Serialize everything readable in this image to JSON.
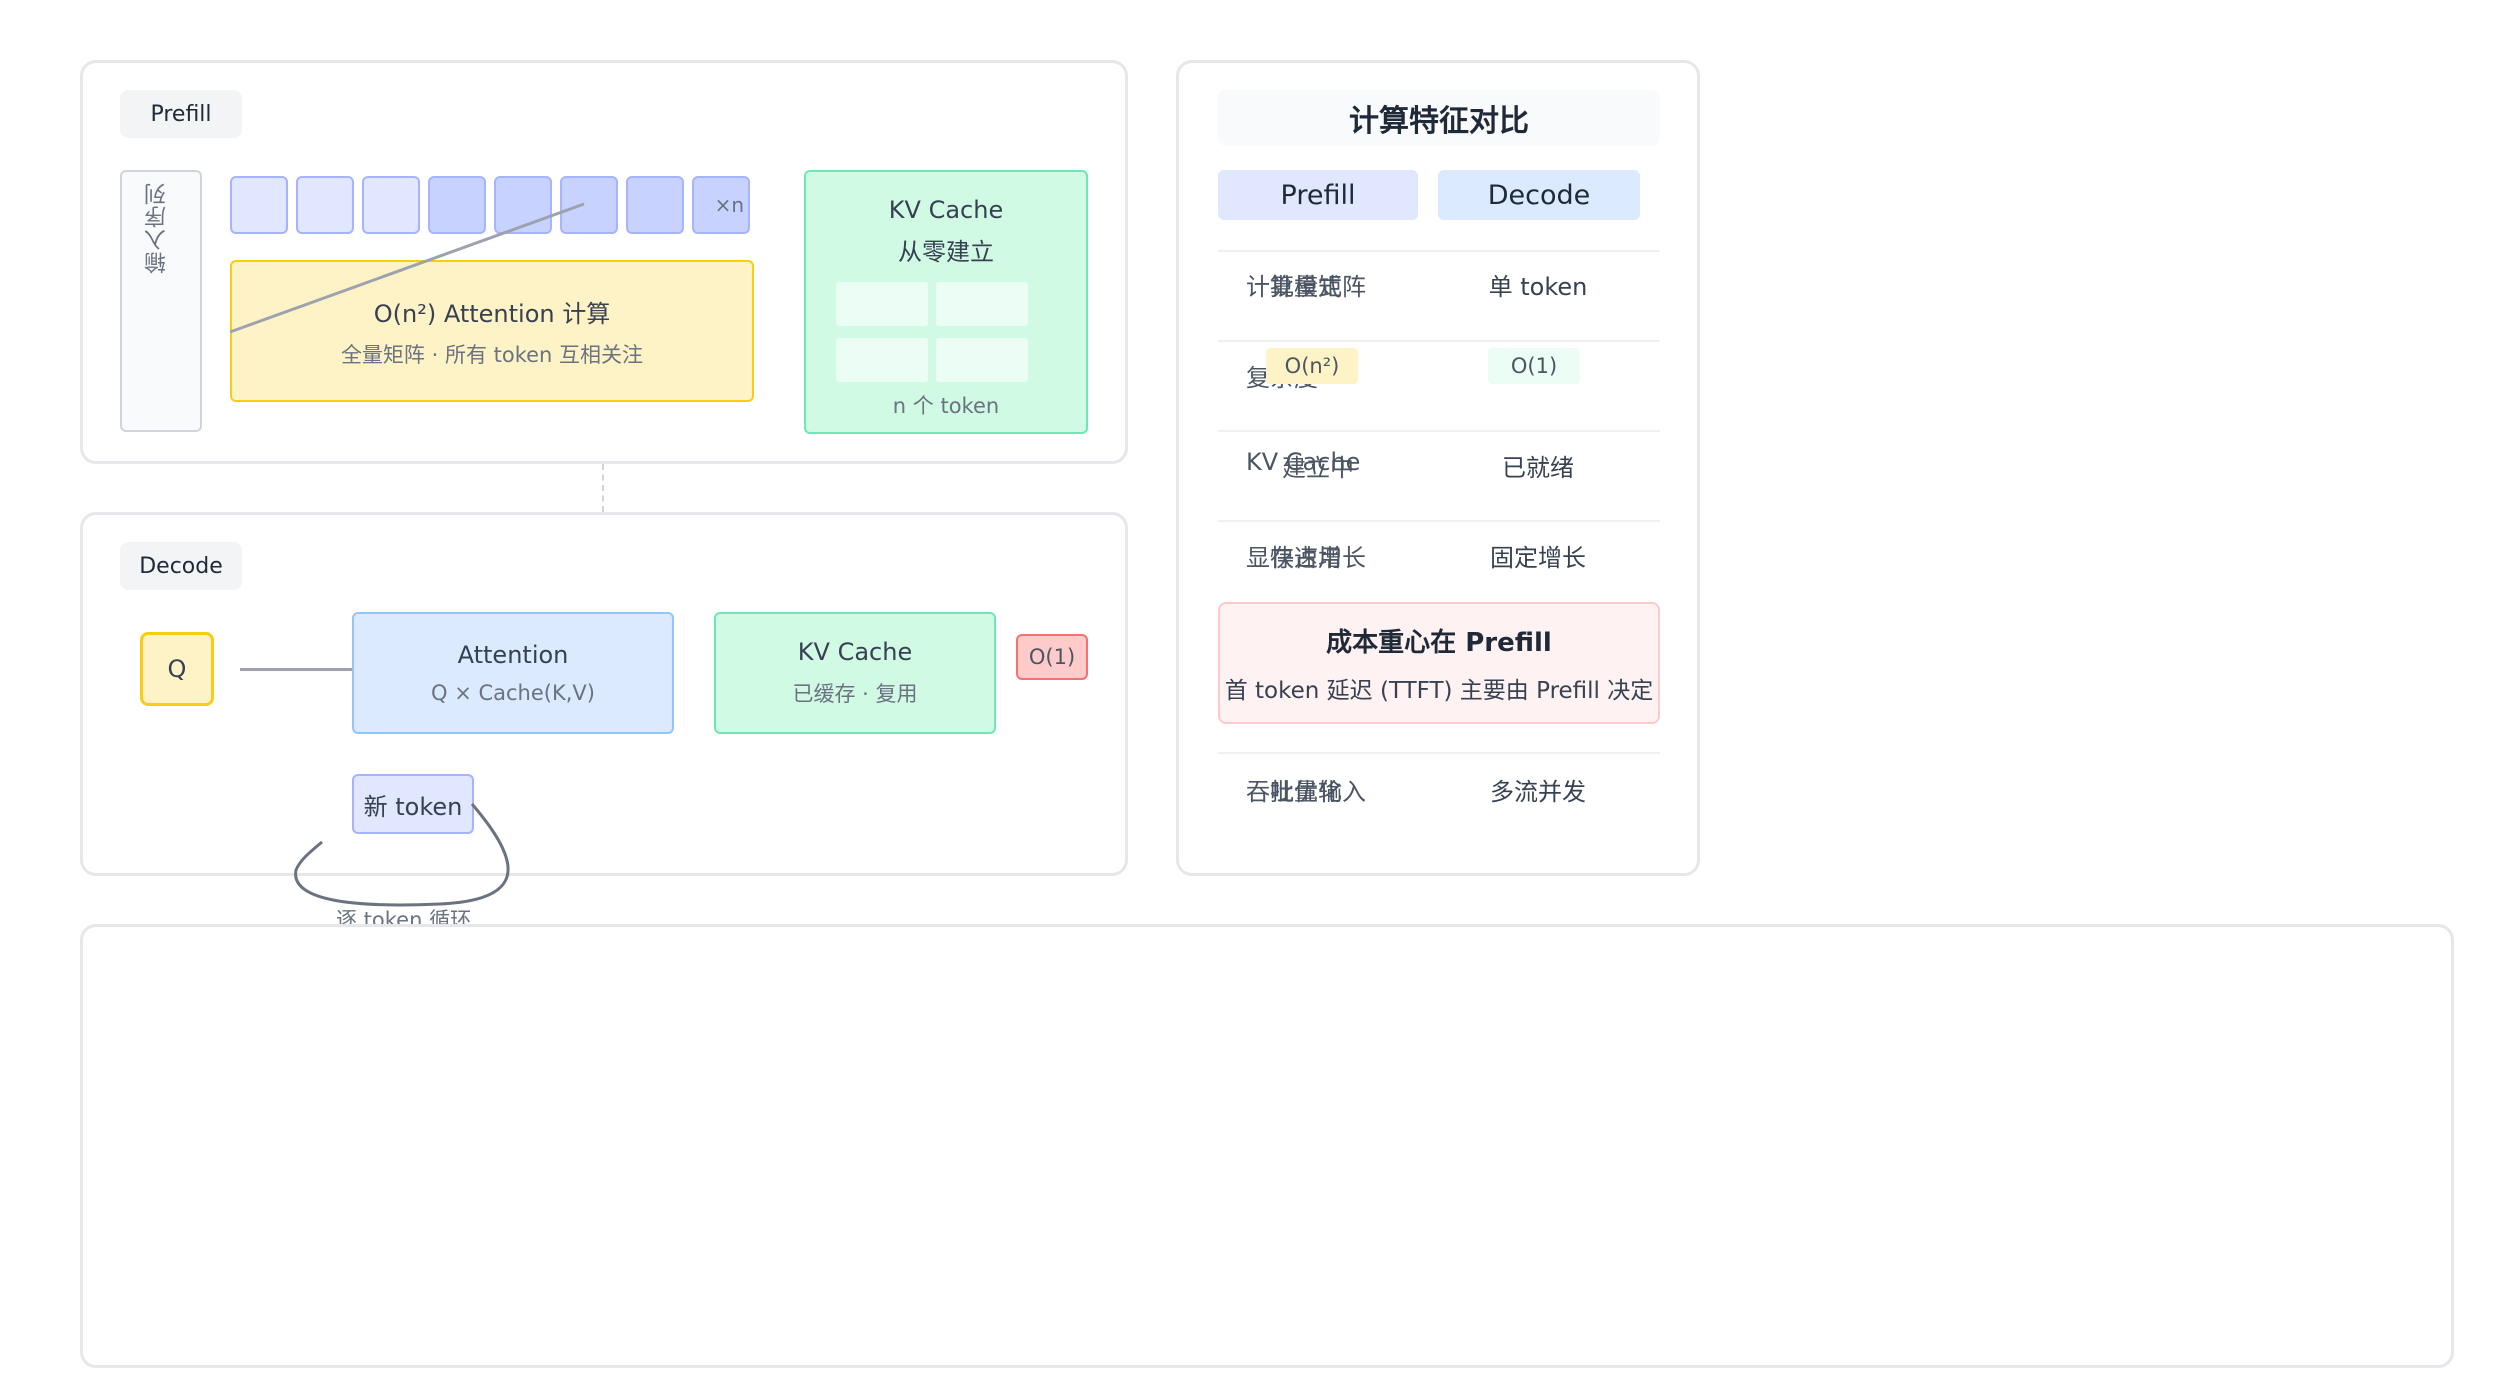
{
  "prefill": {
    "tag": "Prefill",
    "input_label": "输入序列",
    "times_n": "×n",
    "attention_title": "O(n²) Attention 计算",
    "attention_sub": "全量矩阵 · 所有 token 互相关注",
    "kv_title_1": "KV Cache",
    "kv_title_2": "从零建立",
    "kv_footer": "n 个 token"
  },
  "decode": {
    "tag": "Decode",
    "q_label": "Q",
    "attention_title": "Attention",
    "attention_sub": "Q × Cache(K,V)",
    "kv_title": "KV Cache",
    "kv_sub": "已缓存 · 复用",
    "complexity_badge": "O(1)",
    "new_token": "新 token",
    "loop_label": "逐 token 循环"
  },
  "comparison": {
    "title": "计算特征对比",
    "col_prefill": "Prefill",
    "col_decode": "Decode",
    "rows": [
      {
        "label_a": "计算模式",
        "label_b": "批量矩阵",
        "decode": "单 token"
      },
      {
        "label_a": "复杂度",
        "prefill_badge": "O(n²)",
        "decode_badge": "O(1)"
      },
      {
        "label_a": "KV Cache",
        "label_b": "建立中",
        "decode": "已就绪"
      },
      {
        "label_a": "显存占用",
        "label_b": "快速增长",
        "decode": "固定增长"
      },
      {
        "label_a": "吞吐优化",
        "label_b": "批量输入",
        "decode": "多流并发"
      }
    ],
    "note_title": "成本重心在 Prefill",
    "note_sub": "首 token 延迟 (TTFT) 主要由 Prefill 决定"
  },
  "colors": {
    "token_light": "#e0e7ff",
    "token_dark": "#c7d2fe",
    "attention_yellow": "#fef3c7",
    "kv_green": "#d1fae5",
    "decode_blue": "#dbeafe",
    "badge_red": "#fecaca"
  }
}
